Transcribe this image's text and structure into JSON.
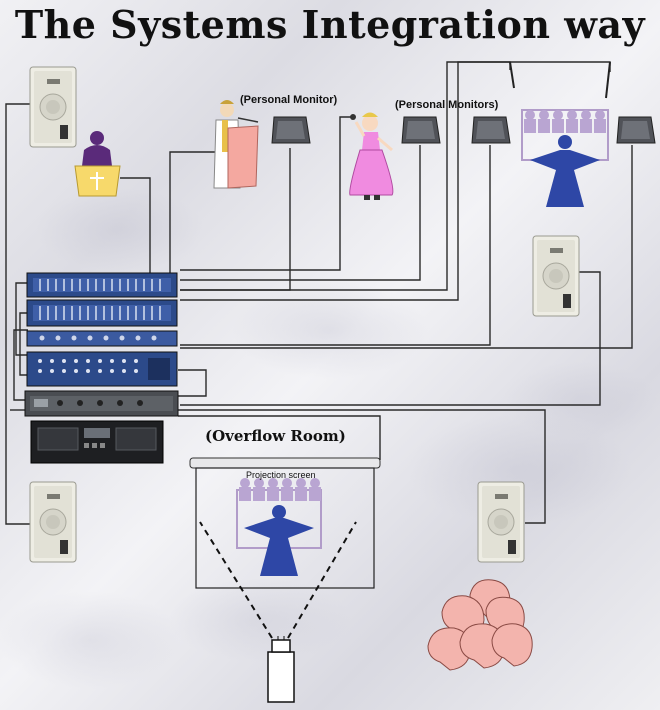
{
  "title": "The Systems Integration way",
  "labels": {
    "personal_monitor": "(Personal Monitor)",
    "personal_monitors": "(Personal Monitors)",
    "overflow_room": "(Overflow Room)",
    "projection_screen": "Projection screen"
  },
  "colors": {
    "wire": "#2a2a2a",
    "rack_blue": "#2c4a8a",
    "speaker_cream": "#ecebe2",
    "choir_purple": "#b19cc9",
    "robe_blue": "#2e47a6",
    "audience_pink": "#f3b4ad",
    "singer_pink": "#f08be0",
    "lectern_yellow": "#f7d96b"
  },
  "icons": [
    "speaker-icon",
    "pulpit-icon",
    "preacher-icon",
    "singer-icon",
    "floor-monitor-icon",
    "choir-icon",
    "equalizer-icon",
    "mixer-icon",
    "amplifier-icon",
    "cassette-deck-icon",
    "projector-icon",
    "audience-icon"
  ]
}
